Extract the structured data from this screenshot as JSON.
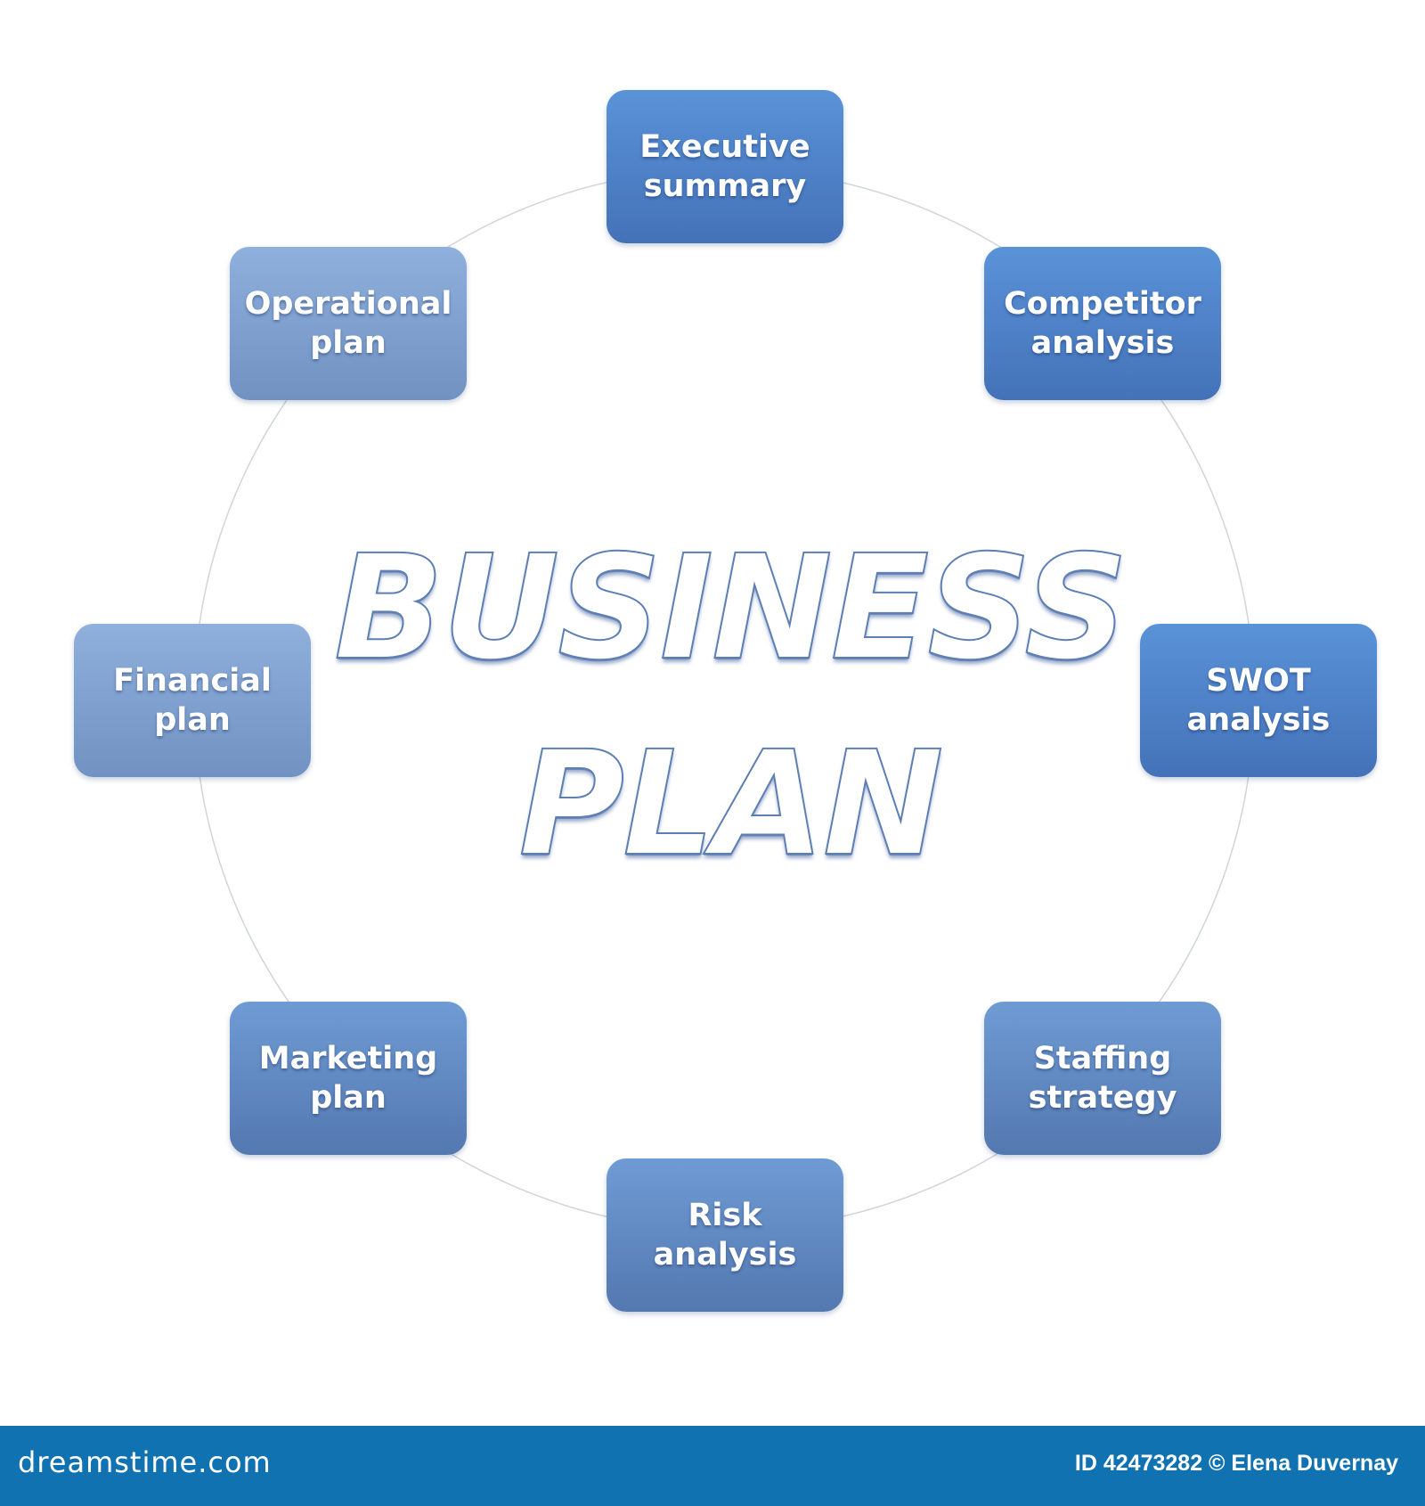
{
  "diagram": {
    "title_line1": "BUSINESS",
    "title_line2": "PLAN",
    "nodes": [
      {
        "line1": "Executive",
        "line2": "summary"
      },
      {
        "line1": "Competitor",
        "line2": "analysis"
      },
      {
        "line1": "SWOT",
        "line2": "analysis"
      },
      {
        "line1": "Staffing",
        "line2": "strategy"
      },
      {
        "line1": "Risk",
        "line2": "analysis"
      },
      {
        "line1": "Marketing",
        "line2": "plan"
      },
      {
        "line1": "Financial",
        "line2": "plan"
      },
      {
        "line1": "Operational",
        "line2": "plan"
      }
    ],
    "colors": {
      "node_dark": "#4d80c6",
      "node_light": "#819fcd",
      "ring": "#d0d4dc",
      "footer": "#1172b1"
    }
  },
  "footer": {
    "brand": "dreamstime.com",
    "credit": "ID 42473282 © Elena Duvernay"
  }
}
